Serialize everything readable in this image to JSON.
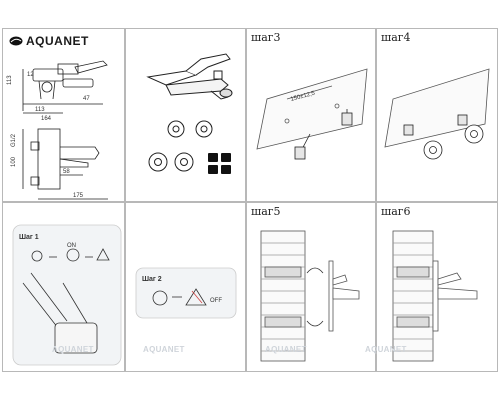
{
  "brand": {
    "name": "AQUANET",
    "watermark": "AQUANET"
  },
  "dimensions": {
    "top_view": [
      "113",
      "12",
      "47",
      "113",
      "164"
    ],
    "side_view": [
      "G1/2",
      "100",
      "58",
      "175"
    ]
  },
  "steps": {
    "shag1": "Шаг 1",
    "shag2": "Шаг 2",
    "shag3": "шаг3",
    "shag4": "шаг4",
    "shag5": "шаг5",
    "shag6": "шаг6"
  },
  "icons": {
    "on": "ON",
    "off": "OFF"
  },
  "spacing_label": "150±12,5"
}
